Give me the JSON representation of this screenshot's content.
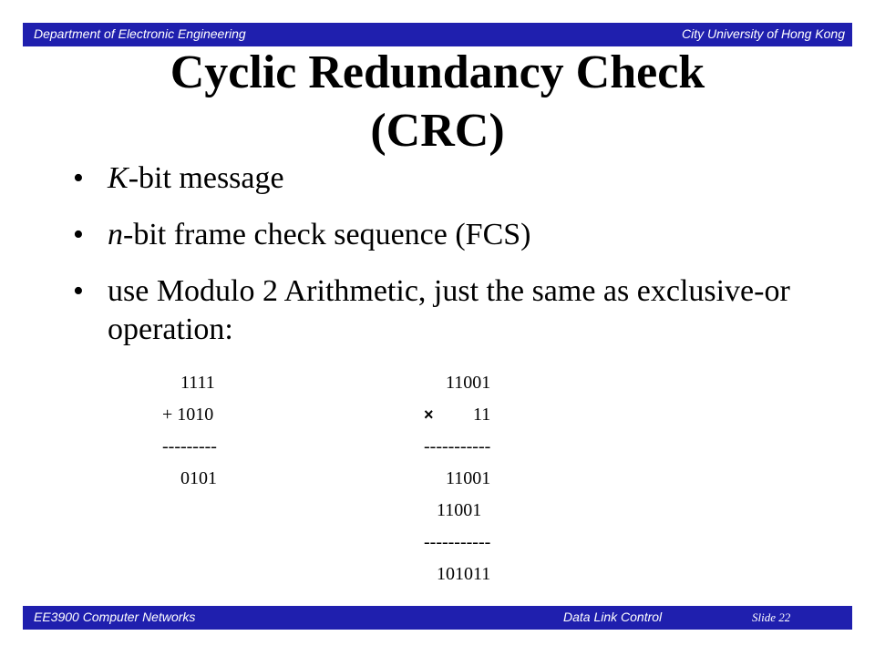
{
  "header": {
    "left": "Department of Electronic Engineering",
    "right": "City University of Hong Kong"
  },
  "title": {
    "line1": "Cyclic Redundancy Check",
    "line2": "(CRC)"
  },
  "bullets": [
    {
      "italic": "K",
      "rest": "-bit message"
    },
    {
      "italic": "n",
      "rest": "-bit frame check sequence (FCS)"
    },
    {
      "italic": "",
      "rest": "use Modulo 2 Arithmetic, just the same as exclusive-or operation:"
    }
  ],
  "bullet_symbol": "•",
  "addition": {
    "operand1": "1111",
    "operand2": "+ 1010",
    "separator": "---------",
    "result": "0101"
  },
  "multiplication": {
    "operand1": "11001",
    "operator": "×",
    "operand2": "11",
    "separator1": "-----------",
    "partial1": "11001",
    "partial2": "11001",
    "separator2": "-----------",
    "result": "101011"
  },
  "footer": {
    "course": "EE3900 Computer Networks",
    "topic": "Data Link Control",
    "slide": "Slide 22"
  }
}
